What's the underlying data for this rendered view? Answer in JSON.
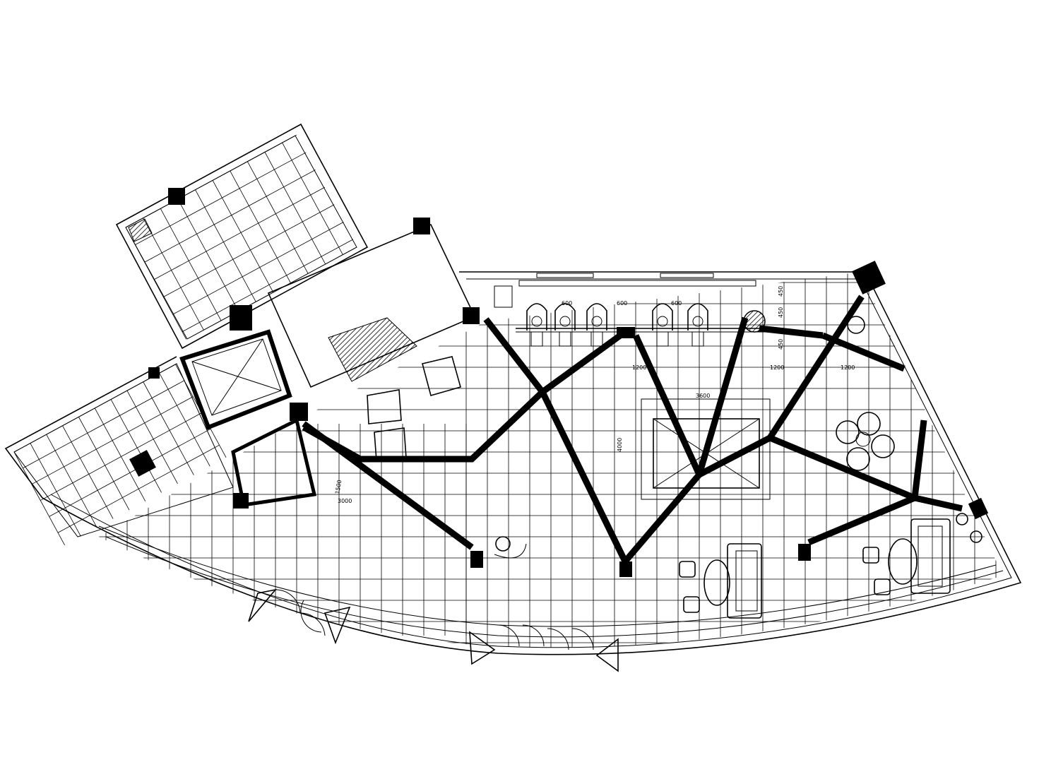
{
  "dimension_labels": [
    {
      "id": "d1",
      "text": "1200"
    },
    {
      "id": "d2",
      "text": "1200"
    },
    {
      "id": "d3",
      "text": "1200"
    },
    {
      "id": "d4",
      "text": "3600"
    },
    {
      "id": "d5",
      "text": "4000"
    },
    {
      "id": "d6",
      "text": "1500"
    },
    {
      "id": "d7",
      "text": "3000"
    },
    {
      "id": "d8",
      "text": "600"
    },
    {
      "id": "d9",
      "text": "600"
    },
    {
      "id": "d10",
      "text": "600"
    },
    {
      "id": "d11",
      "text": "450"
    },
    {
      "id": "d12",
      "text": "450"
    },
    {
      "id": "d13",
      "text": "450"
    }
  ]
}
